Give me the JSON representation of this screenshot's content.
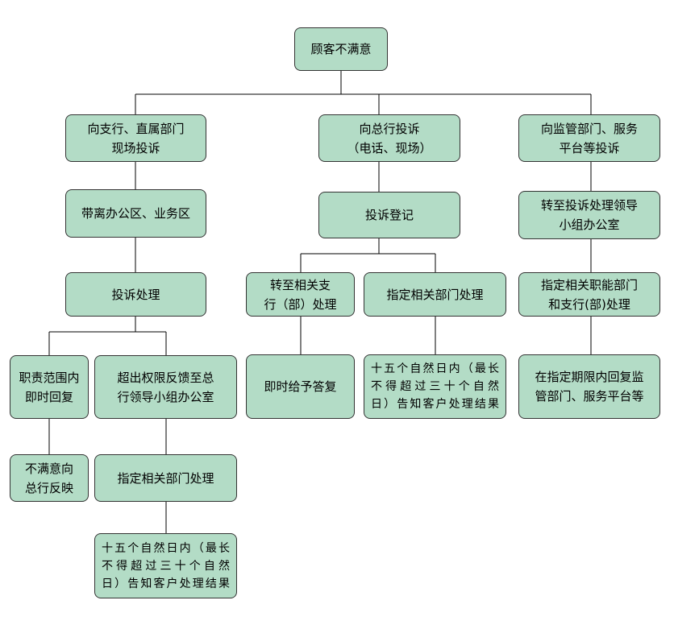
{
  "nodes": {
    "root": "顾客不满意",
    "branch_left": "向支行、直属部门\n现场投诉",
    "branch_mid": "向总行投诉\n（电话、现场）",
    "branch_right": "向监管部门、服务\n平台等投诉",
    "left_step1": "带离办公区、业务区",
    "left_step2": "投诉处理",
    "left_a": "职责范围内\n即时回复",
    "left_b": "超出权限反馈至总\n行领导小组办公室",
    "left_a_next": "不满意向\n总行反映",
    "left_b_next": "指定相关部门处理",
    "left_b_result": "十五个自然日内（最长\n不得超过三十个自然\n日）告知客户处理结果",
    "mid_step1": "投诉登记",
    "mid_a": "转至相关支\n行（部）处理",
    "mid_b": "指定相关部门处理",
    "mid_a_next": "即时给予答复",
    "mid_b_next": "十五个自然日内（最长\n不得超过三十个自然\n日）告知客户处理结果",
    "right_step1": "转至投诉处理领导\n小组办公室",
    "right_step2": "指定相关职能部门\n和支行(部)处理",
    "right_step3": "在指定期限内回复监\n管部门、服务平台等"
  }
}
